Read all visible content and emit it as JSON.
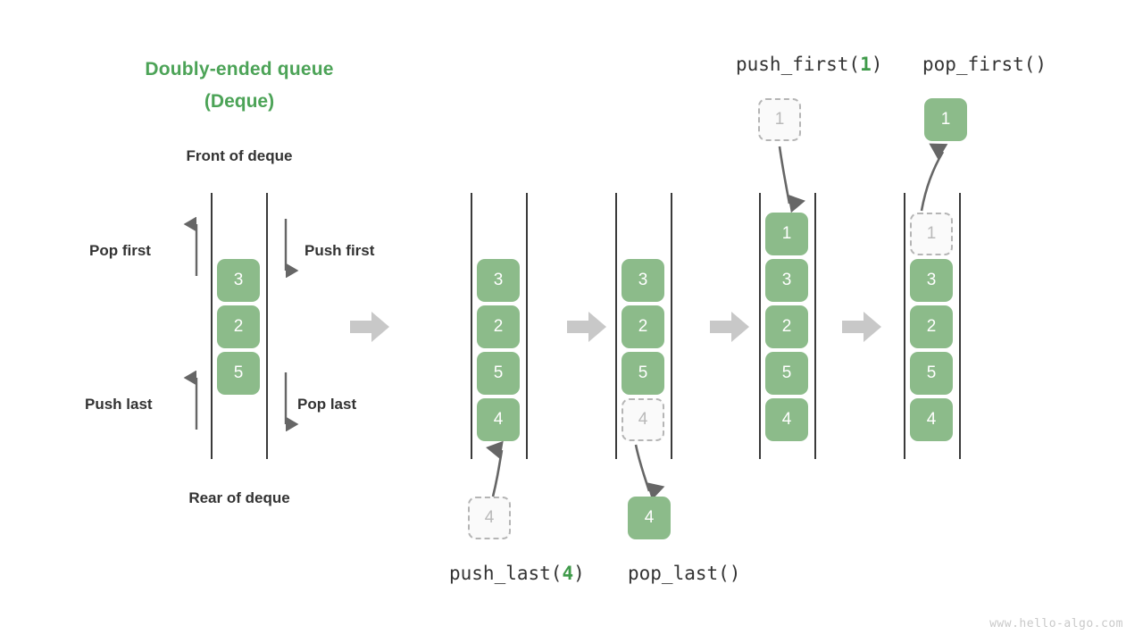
{
  "title": {
    "line1": "Doubly-ended queue",
    "line2": "(Deque)",
    "color": "#4ca357"
  },
  "labels": {
    "front": "Front of deque",
    "rear": "Rear of deque",
    "pop_first": "Pop first",
    "push_first": "Push first",
    "push_last": "Push last",
    "pop_last": "Pop last"
  },
  "operations": {
    "push_last": {
      "name": "push_last(",
      "arg": "4",
      "close": ")"
    },
    "pop_last": {
      "full": "pop_last()"
    },
    "push_first": {
      "name": "push_first(",
      "arg": "1",
      "close": ")"
    },
    "pop_first": {
      "full": "pop_first()"
    }
  },
  "colors": {
    "box_fill": "#8cbb8a",
    "box_text": "#ffffff",
    "ghost_fill": "#fafafa",
    "ghost_text": "#b9b9b9",
    "ghost_border": "#b5b5b5",
    "rail": "#3a3a3a",
    "step_arrow": "#c8c8c8",
    "thin_arrow": "#666666",
    "accent_green": "#4ca357",
    "label_text": "#333333",
    "watermark": "#c9c9c9"
  },
  "deques": [
    {
      "id": "deque-initial",
      "values": [
        "3",
        "2",
        "5"
      ],
      "ghost_index": null
    },
    {
      "id": "deque-after-push-last",
      "values": [
        "3",
        "2",
        "5",
        "4"
      ],
      "ghost_index": null
    },
    {
      "id": "deque-before-pop-last",
      "values": [
        "3",
        "2",
        "5",
        "4"
      ],
      "ghost_index": 3
    },
    {
      "id": "deque-after-push-first",
      "values": [
        "1",
        "3",
        "2",
        "5",
        "4"
      ],
      "ghost_index": null
    },
    {
      "id": "deque-before-pop-first",
      "values": [
        "1",
        "3",
        "2",
        "5",
        "4"
      ],
      "ghost_index": 0
    }
  ],
  "floating_boxes": [
    {
      "id": "push-last-source",
      "value": "4",
      "state": "ghost"
    },
    {
      "id": "pop-last-result",
      "value": "4",
      "state": "solid"
    },
    {
      "id": "push-first-source",
      "value": "1",
      "state": "ghost"
    },
    {
      "id": "pop-first-result",
      "value": "1",
      "state": "solid"
    }
  ],
  "watermark": "www.hello-algo.com"
}
